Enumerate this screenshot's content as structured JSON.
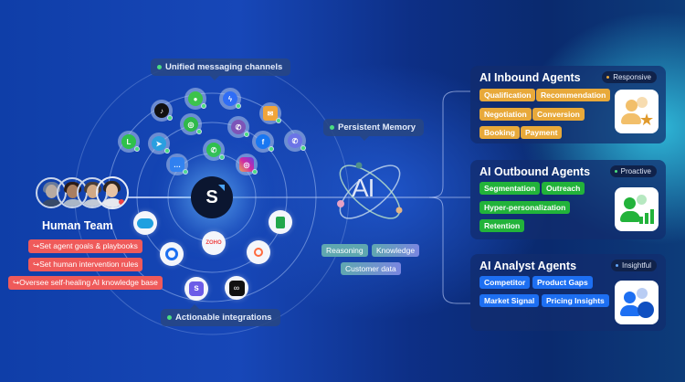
{
  "labels": {
    "messaging": "Unified messaging channels",
    "memory": "Persistent Memory",
    "integrations": "Actionable integrations"
  },
  "hub": {
    "letter": "S"
  },
  "ai_core": {
    "logo": "AI",
    "chips": [
      "Reasoning",
      "Knowledge",
      "Customer data"
    ]
  },
  "human_team": {
    "title": "Human Team",
    "tasks": [
      "↪Set agent goals & playbooks",
      "↪Set human intervention rules",
      "↪Oversee self-healing AI knowledge base"
    ]
  },
  "channels": [
    "tiktok",
    "imessage",
    "messenger",
    "email",
    "line",
    "wechat",
    "viber",
    "telegram",
    "whatsapp",
    "facebook",
    "phone",
    "chat-bubble",
    "instagram"
  ],
  "integrations": [
    "salesforce",
    "google-sheets",
    "calendly",
    "zoho",
    "hubspot",
    "stripe-s",
    "squarespace"
  ],
  "agents": [
    {
      "title": "AI Inbound Agents",
      "badge": "Responsive",
      "badge_color": "#e8a93a",
      "tag_bg": "#e8a93a",
      "tag_fg": "#ffffff",
      "tags": [
        "Qualification",
        "Recommendation",
        "Negotiation",
        "Conversion",
        "Booking",
        "Payment"
      ]
    },
    {
      "title": "AI Outbound Agents",
      "badge": "Proactive",
      "badge_color": "#4ade80",
      "tag_bg": "#22b33a",
      "tag_fg": "#ffffff",
      "tags": [
        "Segmentation",
        "Outreach",
        "Hyper-personalization",
        "Retention"
      ]
    },
    {
      "title": "AI Analyst Agents",
      "badge": "Insightful",
      "badge_color": "#60a5fa",
      "tag_bg": "#1d6ff2",
      "tag_fg": "#ffffff",
      "tags": [
        "Competitor",
        "Product Gaps",
        "Market Signal",
        "Pricing Insights"
      ]
    }
  ]
}
